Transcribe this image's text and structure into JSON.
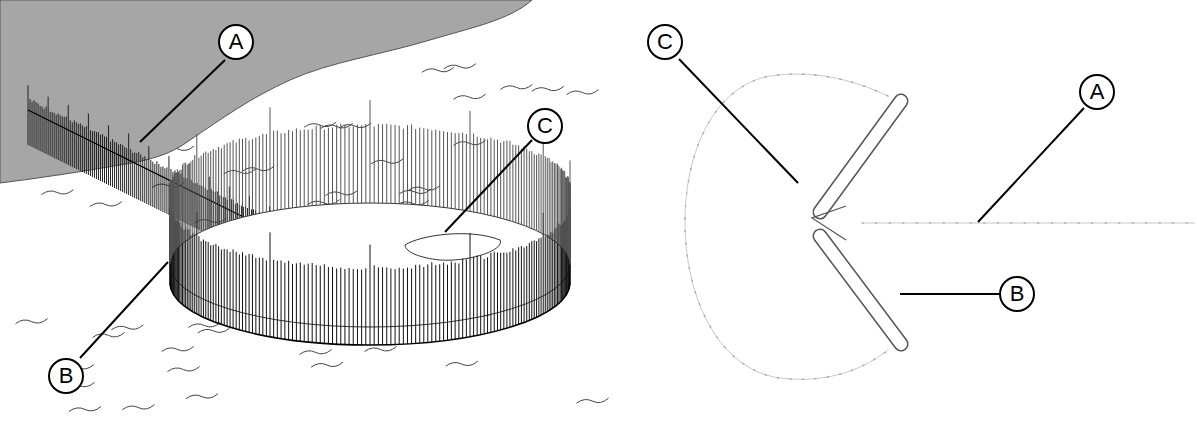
{
  "diagram": {
    "nodes": [
      {
        "text": [
          "A"
        ]
      },
      {
        "text": [
          "C"
        ]
      },
      {
        "text": [
          "B"
        ]
      },
      {
        "text": [
          "C"
        ]
      },
      {
        "text": [
          "A"
        ]
      },
      {
        "text": [
          "B"
        ]
      }
    ]
  }
}
